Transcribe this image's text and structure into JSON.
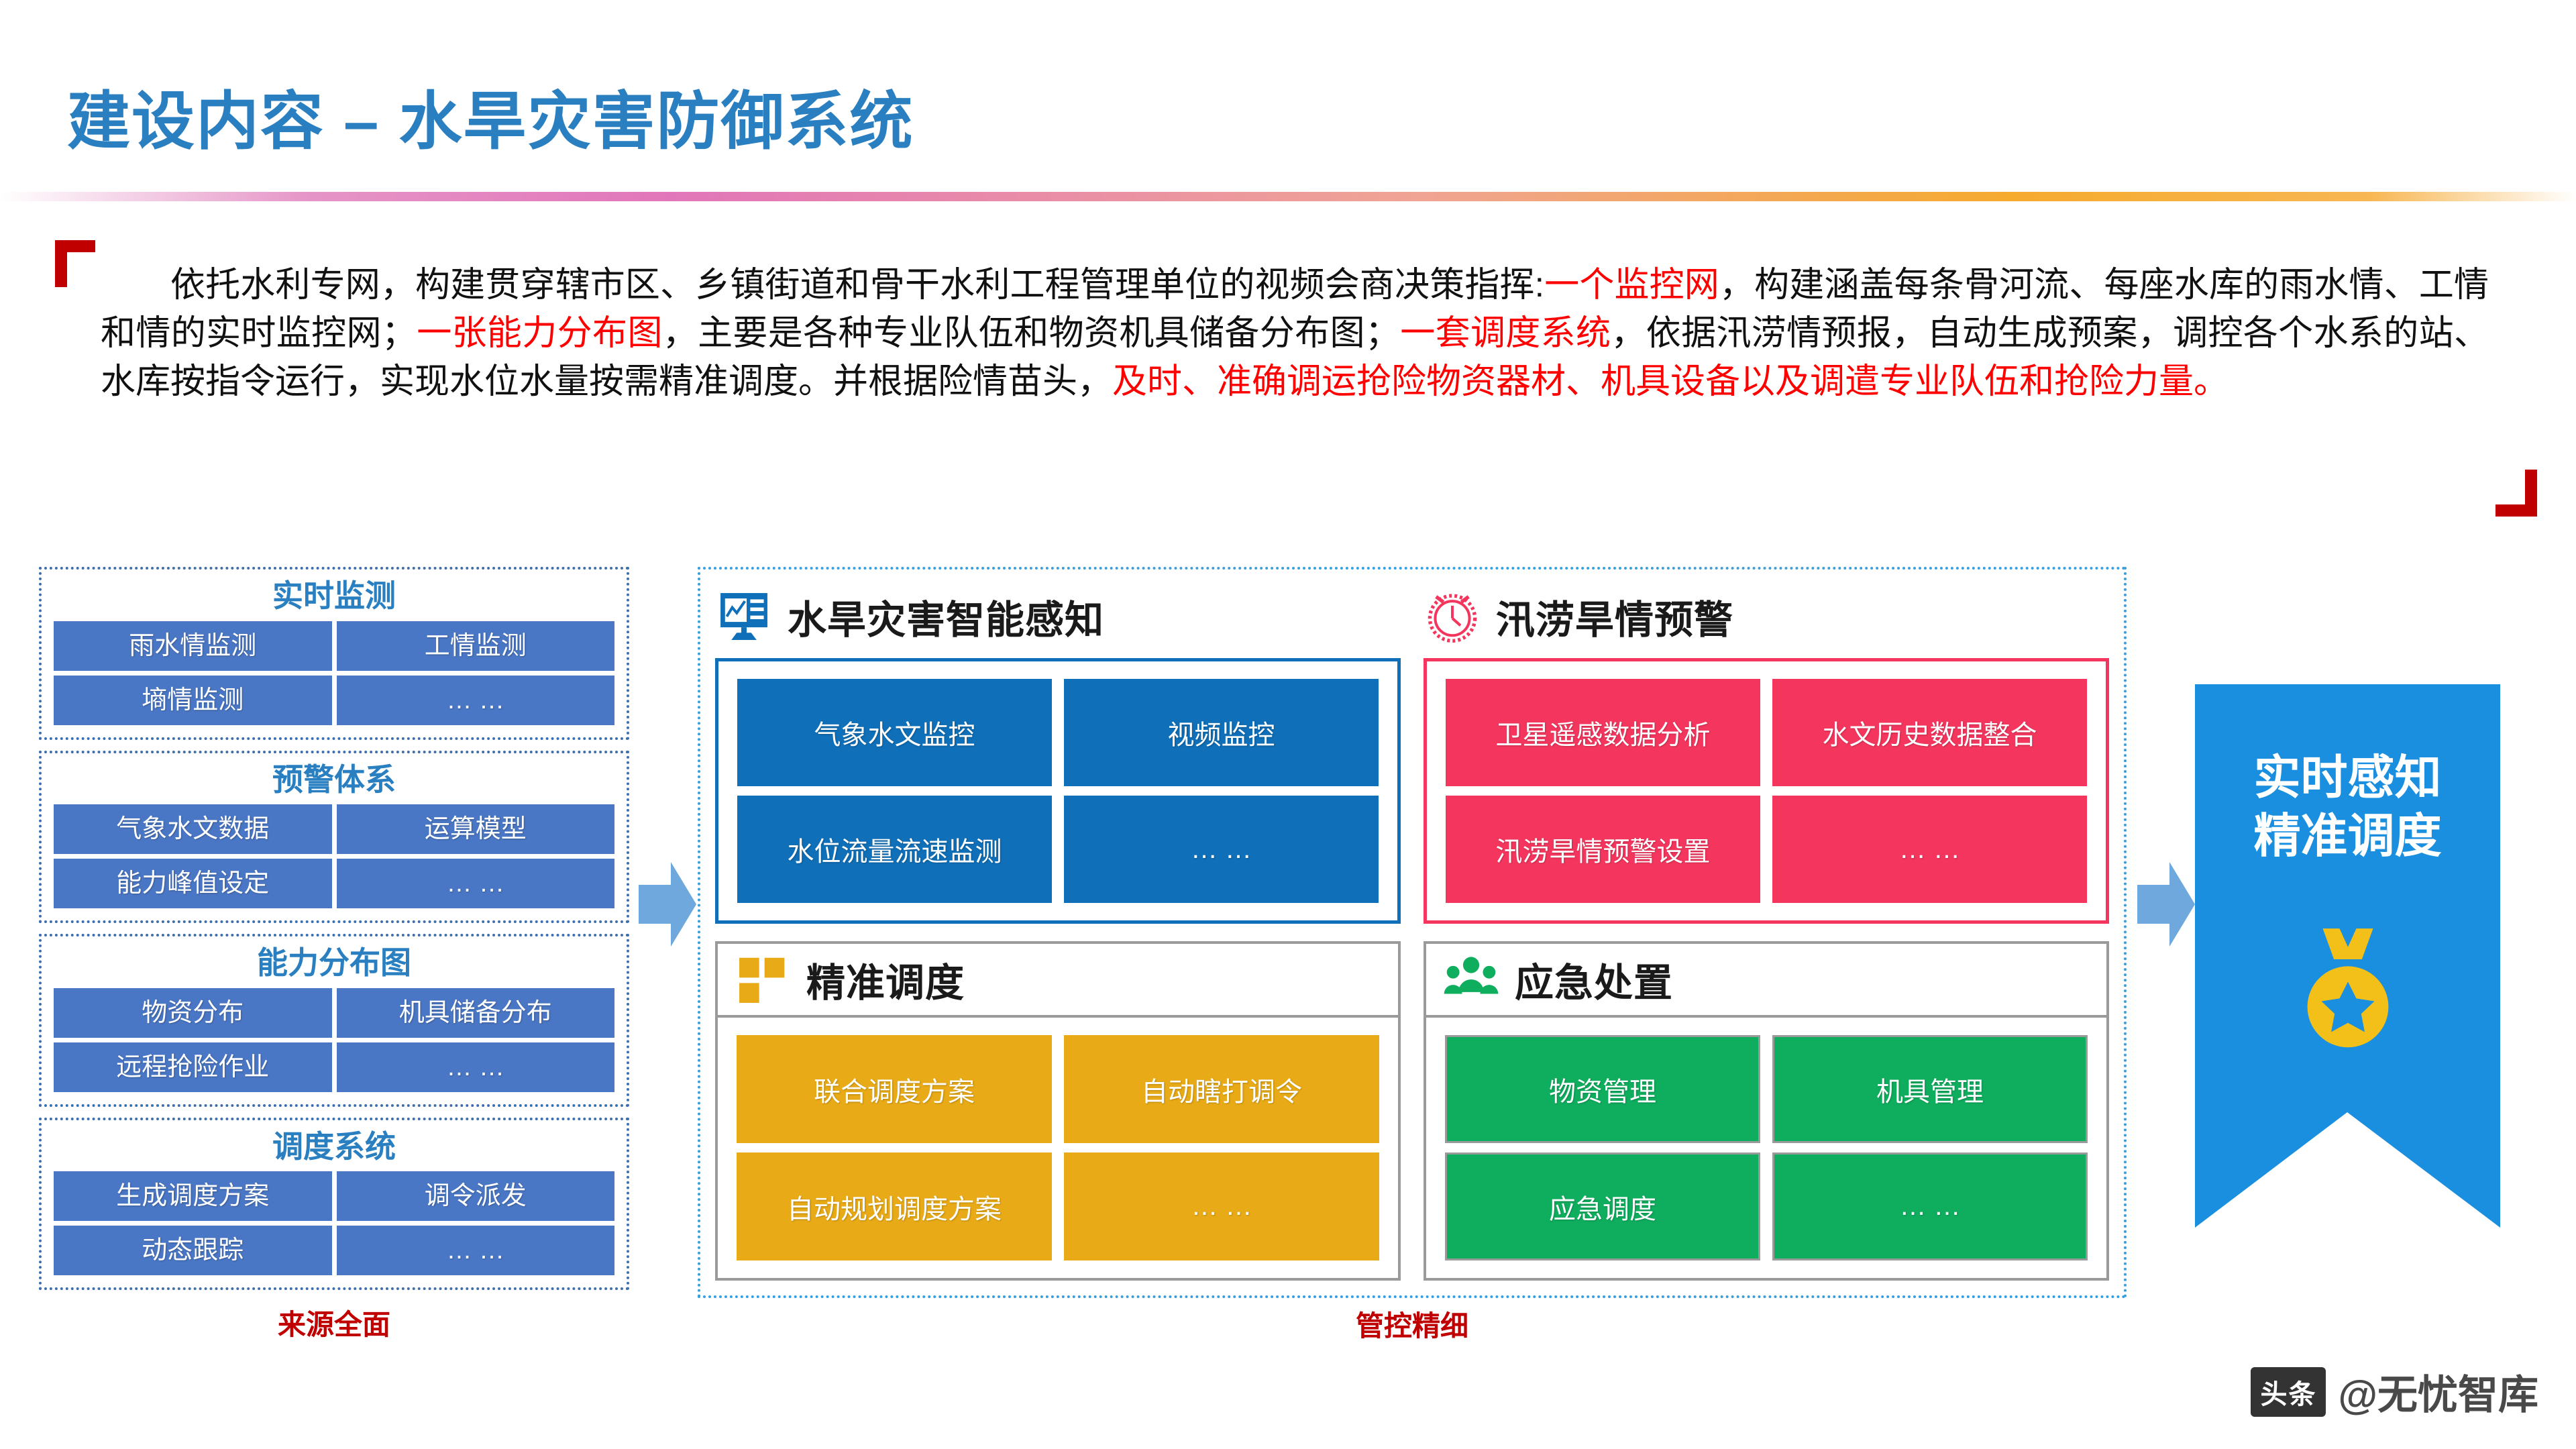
{
  "slide": {
    "title": "建设内容 – 水旱灾害防御系统",
    "paragraph": {
      "seg1": "依托水利专网，构建贯穿辖市区、乡镇街道和骨干水利工程管理单位的视频会商决策指挥:",
      "hl1": "一个监控网",
      "seg2": "，构建涵盖每条骨河流、每座水库的雨水情、工情和情的实时监控网；",
      "hl2": "一张能力分布图",
      "seg3": "，主要是各种专业队伍和物资机具储备分布图；",
      "hl3": "一套调度系统",
      "seg4": "，依据汛涝情预报，自动生成预案，调控各个水系的站、水库按指令运行，实现水位水量按需精准调度。并根据险情苗头，",
      "hl4": "及时、准确调运抢险物资器材、机具设备以及调遣专业队伍和抢险力量。"
    }
  },
  "left_column": {
    "footer": "来源全面",
    "boxes": [
      {
        "title": "实时监测",
        "cells": [
          "雨水情监测",
          "工情监测",
          "墒情监测",
          "… …"
        ]
      },
      {
        "title": "预警体系",
        "cells": [
          "气象水文数据",
          "运算模型",
          "能力峰值设定",
          "… …"
        ]
      },
      {
        "title": "能力分布图",
        "cells": [
          "物资分布",
          "机具储备分布",
          "远程抢险作业",
          "… …"
        ]
      },
      {
        "title": "调度系统",
        "cells": [
          "生成调度方案",
          "调令派发",
          "动态跟踪",
          "… …"
        ]
      }
    ]
  },
  "middle": {
    "footer": "管控精细",
    "panels": [
      {
        "title": "水旱灾害智能感知",
        "icon": "monitor-chart-icon",
        "accent": "#0f6fb8",
        "cells": [
          "气象水文监控",
          "视频监控",
          "水位流量流速监测",
          "… …"
        ]
      },
      {
        "title": "汛涝旱情预警",
        "icon": "alarm-clock-icon",
        "accent": "#f4365e",
        "cells": [
          "卫星遥感数据分析",
          "水文历史数据整合",
          "汛涝旱情预警设置",
          "… …"
        ]
      },
      {
        "title": "精准调度",
        "icon": "blocks-icon",
        "accent": "#e8aa16",
        "cells": [
          "联合调度方案",
          "自动瞎打调令",
          "自动规划调度方案",
          "… …"
        ]
      },
      {
        "title": "应急处置",
        "icon": "people-group-icon",
        "accent": "#0fae5e",
        "cells": [
          "物资管理",
          "机具管理",
          "应急调度",
          "… …"
        ]
      }
    ]
  },
  "ribbon": {
    "line1": "实时感知",
    "line2": "精准调度",
    "icon": "medal-star-icon",
    "color": "#1a8fe0"
  },
  "watermark": {
    "badge": "头条",
    "text": "@无忧智库"
  },
  "colors": {
    "title_blue": "#2a7fc1",
    "left_cell_blue": "#4a77c5",
    "panel_blue": "#0f6fb8",
    "panel_red": "#f4365e",
    "panel_amber": "#e8aa16",
    "panel_green": "#0fae5e",
    "highlight_red": "#ff0000",
    "footer_red": "#c00000",
    "arrow_blue": "#6fa8dc"
  }
}
